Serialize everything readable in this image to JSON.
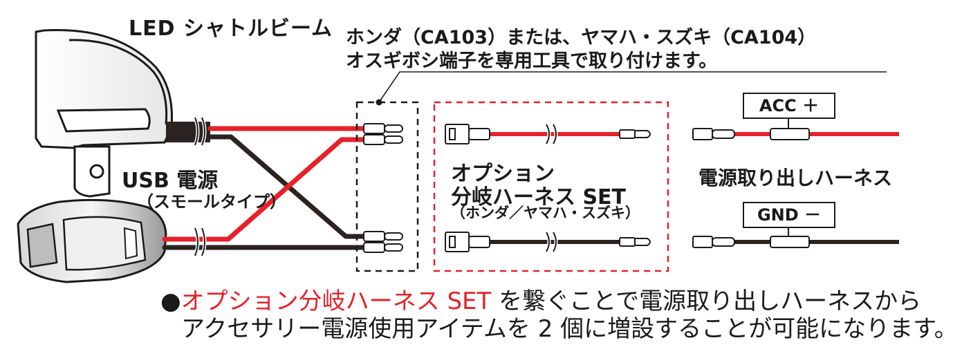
{
  "labels": {
    "led": "LED シャトルビーム",
    "note_line1": "ホンダ（CA103）または、ヤマハ・スズキ（CA104）",
    "note_line2": "オスギボシ端子を専用工具で取り付けます。",
    "usb_title": "USB 電源",
    "usb_sub": "（スモールタイプ）",
    "option_line1": "オプション",
    "option_line2": "分岐ハーネス SET",
    "option_line3": "（ホンダ／ヤマハ・スズキ）",
    "harness_title": "電源取り出しハーネス",
    "acc_tag": "ACC ＋",
    "gnd_tag": "GND －"
  },
  "bottom": {
    "bullet": "●",
    "highlight": "オプション分岐ハーネス SET",
    "line1_rest": " を繋ぐことで電源取り出しハーネスから",
    "line2": "アクセサリー電源使用アイテムを 2 個に増設することが可能になります。"
  },
  "colors": {
    "wire_red": "#e8202a",
    "wire_black": "#2a2320",
    "dashed_black": "#1a1a1a",
    "dashed_red": "#e8202a"
  }
}
